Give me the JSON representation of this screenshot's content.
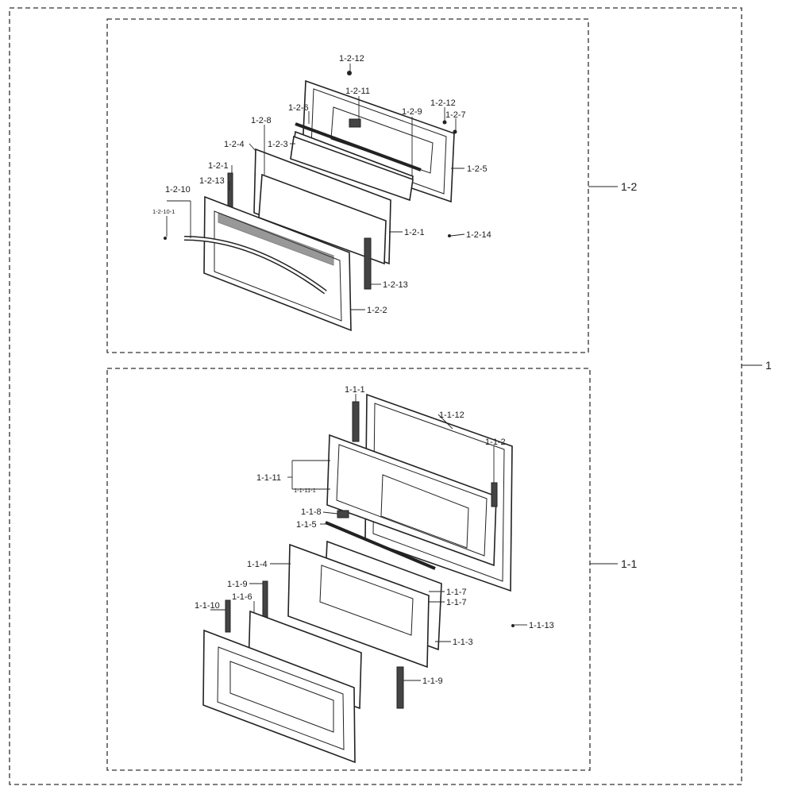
{
  "assembly": {
    "main_label": "1",
    "upper": {
      "label": "1-2",
      "callouts": {
        "c1_2_12_top": "1-2-12",
        "c1_2_11": "1-2-11",
        "c1_2_6": "1-2-6",
        "c1_2_9": "1-2-9",
        "c1_2_12_right": "1-2-12",
        "c1_2_7": "1-2-7",
        "c1_2_8": "1-2-8",
        "c1_2_3": "1-2-3",
        "c1_2_4": "1-2-4",
        "c1_2_5": "1-2-5",
        "c1_2_1_left": "1-2-1",
        "c1_2_13_left": "1-2-13",
        "c1_2_10": "1-2-10",
        "c1_2_10_1": "1-2-10-1",
        "c1_2_1_right": "1-2-1",
        "c1_2_14": "1-2-14",
        "c1_2_13_right": "1-2-13",
        "c1_2_2": "1-2-2"
      }
    },
    "lower": {
      "label": "1-1",
      "callouts": {
        "c1_1_1": "1-1-1",
        "c1_1_12": "1-1-12",
        "c1_1_2": "1-1-2",
        "c1_1_11": "1-1-11",
        "c1_1_11_1": "1-1-11-1",
        "c1_1_8": "1-1-8",
        "c1_1_5": "1-1-5",
        "c1_1_4": "1-1-4",
        "c1_1_7_a": "1-1-7",
        "c1_1_7_b": "1-1-7",
        "c1_1_9_left": "1-1-9",
        "c1_1_6": "1-1-6",
        "c1_1_10": "1-1-10",
        "c1_1_13": "1-1-13",
        "c1_1_3": "1-1-3",
        "c1_1_9_right": "1-1-9"
      }
    }
  }
}
